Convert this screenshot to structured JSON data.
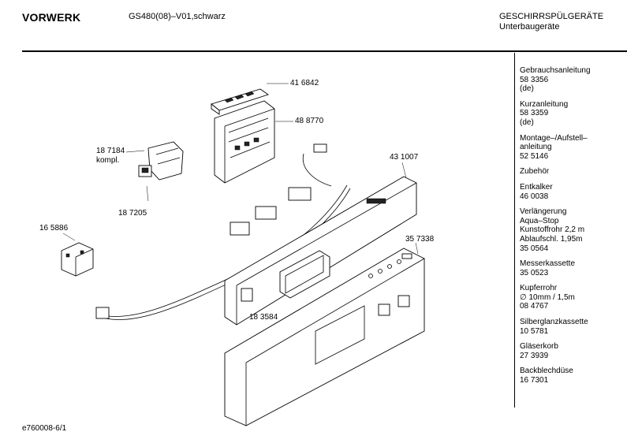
{
  "header": {
    "brand": "VORWERK",
    "model": "GS480(08)–V01,schwarz",
    "category_line1": "GESCHIRRSPÜLGERÄTE",
    "category_line2": "Unterbaugeräte"
  },
  "footer": {
    "code": "e760008-6/1"
  },
  "parts": {
    "p416842": "41 6842",
    "p488770": "48 8770",
    "p187184": "18 7184",
    "kompl": "kompl.",
    "p187205": "18 7205",
    "p165886": "16 5886",
    "p431007": "43 1007",
    "p357338": "35 7338",
    "p183584": "18 3584"
  },
  "sidebar": {
    "items": [
      {
        "lines": [
          "Gebrauchsanleitung",
          "58 3356",
          "(de)"
        ]
      },
      {
        "lines": [
          "Kurzanleitung",
          "58 3359",
          "(de)"
        ]
      },
      {
        "lines": [
          "Montage–/Aufstell–",
          "anleitung",
          "52 5146"
        ]
      },
      {
        "lines": [
          "Zubehör"
        ]
      },
      {
        "lines": [
          "Entkalker",
          "46 0038"
        ]
      },
      {
        "lines": [
          "Verlängerung",
          "Aqua–Stop",
          "Kunstoffrohr 2,2 m",
          "Ablaufschl. 1,95m",
          "35 0564"
        ]
      },
      {
        "lines": [
          "Messerkassette",
          "35 0523"
        ]
      },
      {
        "lines": [
          "Kupferrohr",
          "∅ 10mm / 1,5m",
          "08 4767"
        ]
      },
      {
        "lines": [
          "Silberglanzkassette",
          "10 5781"
        ]
      },
      {
        "lines": [
          "Gläserkorb",
          "27 3939"
        ]
      },
      {
        "lines": [
          "Backblechdüse",
          "16 7301"
        ]
      }
    ]
  }
}
